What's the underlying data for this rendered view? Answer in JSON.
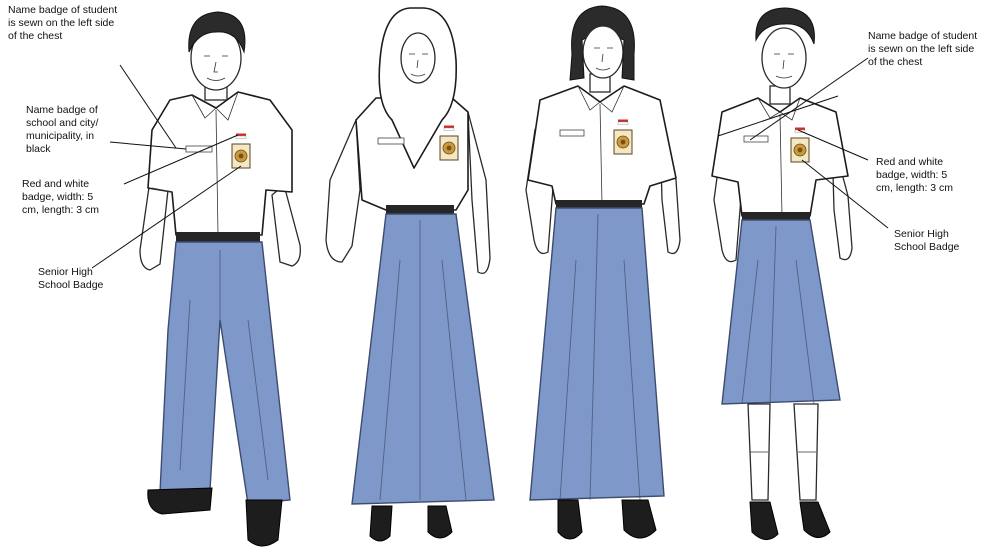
{
  "colors": {
    "shirt": "#ffffff",
    "skirt_trousers": "#7e98ca",
    "badge_gold": "#c89a3a",
    "badge_red": "#c8302c",
    "outline": "#1c1c1c"
  },
  "labels": {
    "left": {
      "student_name_badge": "Name badge of student\nis sewn on the left side\nof the chest",
      "school_city_badge": "Name badge of\nschool and city/\nmunicipality, in\nblack",
      "red_white_badge": "Red and white\nbadge, width: 5\ncm, length: 3 cm",
      "senior_high_badge": "Senior High\nSchool Badge"
    },
    "right": {
      "student_name_badge": "Name badge of student\nis sewn on the left side\nof the chest",
      "red_white_badge": "Red and white\nbadge, width: 5\ncm, length: 3 cm",
      "senior_high_badge": "Senior High\nSchool Badge"
    }
  }
}
